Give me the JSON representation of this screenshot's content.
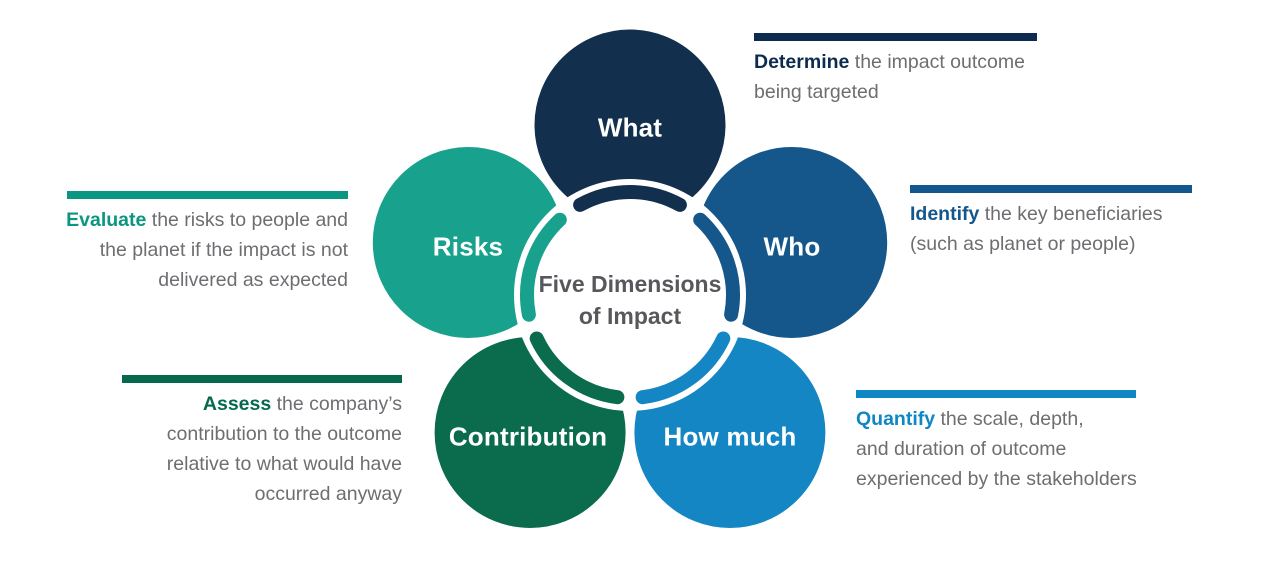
{
  "diagram": {
    "center_title": {
      "line1": "Five Dimensions",
      "line2": "of Impact",
      "text_color": "#57585B"
    },
    "petals": [
      {
        "id": "what",
        "label": "What",
        "color": "#12304E"
      },
      {
        "id": "who",
        "label": "Who",
        "color": "#15578B"
      },
      {
        "id": "how_much",
        "label": "How much",
        "color": "#1586C4"
      },
      {
        "id": "contribution",
        "label": "Contribution",
        "color": "#0B6B4D"
      },
      {
        "id": "risks",
        "label": "Risks",
        "color": "#18A28E"
      }
    ],
    "annotations": {
      "determine": {
        "keyword": "Determine",
        "rest": " the impact outcome",
        "lines": [
          "being targeted"
        ],
        "accent_color": "#0D2B4E"
      },
      "identify": {
        "keyword": "Identify",
        "rest": " the key beneficiaries",
        "lines": [
          "(such as planet or people)"
        ],
        "accent_color": "#14578C"
      },
      "quantify": {
        "keyword": "Quantify",
        "rest": " the scale, depth,",
        "lines": [
          "and duration of outcome",
          "experienced by the stakeholders"
        ],
        "accent_color": "#0F87C4"
      },
      "evaluate": {
        "keyword": "Evaluate",
        "rest": " the risks to people and",
        "lines": [
          "the planet if the impact is not",
          "delivered as expected"
        ],
        "accent_color": "#0A9681"
      },
      "assess": {
        "keyword": "Assess",
        "rest": " the company’s",
        "lines": [
          "contribution to the outcome",
          "relative to what would have",
          "occurred anyway"
        ],
        "accent_color": "#05694E"
      }
    },
    "body_text_color": "#6D6E71"
  }
}
